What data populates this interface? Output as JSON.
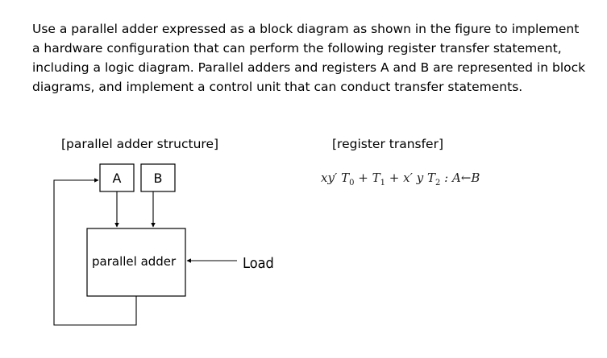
{
  "question": {
    "text": "Use a parallel adder expressed as a block diagram as shown in the figure to implement a hardware configuration that can perform the following register transfer statement, including a logic diagram. Parallel adders and registers A and B are represented in block diagrams, and implement a control unit that can conduct transfer statements."
  },
  "figure": {
    "left_caption": "[parallel adder structure]",
    "right_caption": "[register transfer]",
    "register_a": "A",
    "register_b": "B",
    "adder_label": "parallel adder",
    "load_label": "Load"
  },
  "equation": {
    "t1": "xy′ T",
    "s1": "0",
    "t2": " + T",
    "s2": "1",
    "t3": " + x′ y T",
    "s3": "2",
    "t4": " : A←B"
  }
}
